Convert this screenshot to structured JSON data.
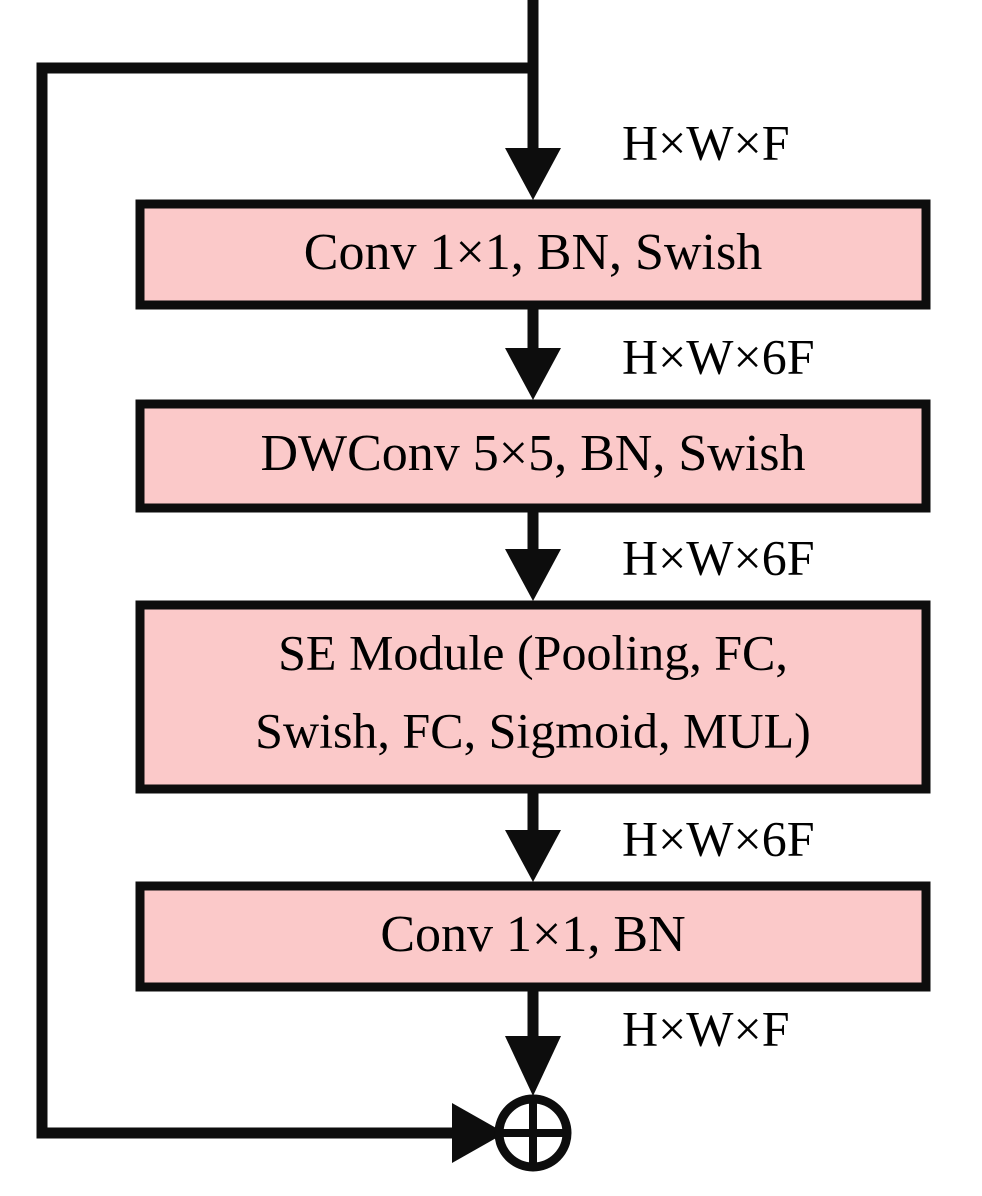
{
  "figure": {
    "name": "MBConv residual block diagram",
    "colors": {
      "block_fill": "#fbc9c9",
      "stroke": "#0d0d0d",
      "background": "#ffffff"
    }
  },
  "blocks": [
    {
      "id": "conv1",
      "lines": [
        "Conv 1×1, BN, Swish"
      ]
    },
    {
      "id": "dwconv",
      "lines": [
        "DWConv 5×5, BN, Swish"
      ]
    },
    {
      "id": "se",
      "lines": [
        "SE Module (Pooling, FC,",
        "Swish, FC, Sigmoid, MUL)"
      ]
    },
    {
      "id": "conv2",
      "lines": [
        "Conv 1×1, BN"
      ]
    }
  ],
  "tensor_labels": [
    {
      "id": "in",
      "text": "H×W×F"
    },
    {
      "id": "after-conv1",
      "text": "H×W×6F"
    },
    {
      "id": "after-dwconv",
      "text": "H×W×6F"
    },
    {
      "id": "after-se",
      "text": "H×W×6F"
    },
    {
      "id": "after-conv2",
      "text": "H×W×F"
    }
  ],
  "nodes": {
    "sum": {
      "id": "add",
      "symbol": "⊕",
      "name": "element-wise addition"
    }
  },
  "edges": [
    {
      "id": "skip",
      "name": "residual skip connection"
    }
  ]
}
